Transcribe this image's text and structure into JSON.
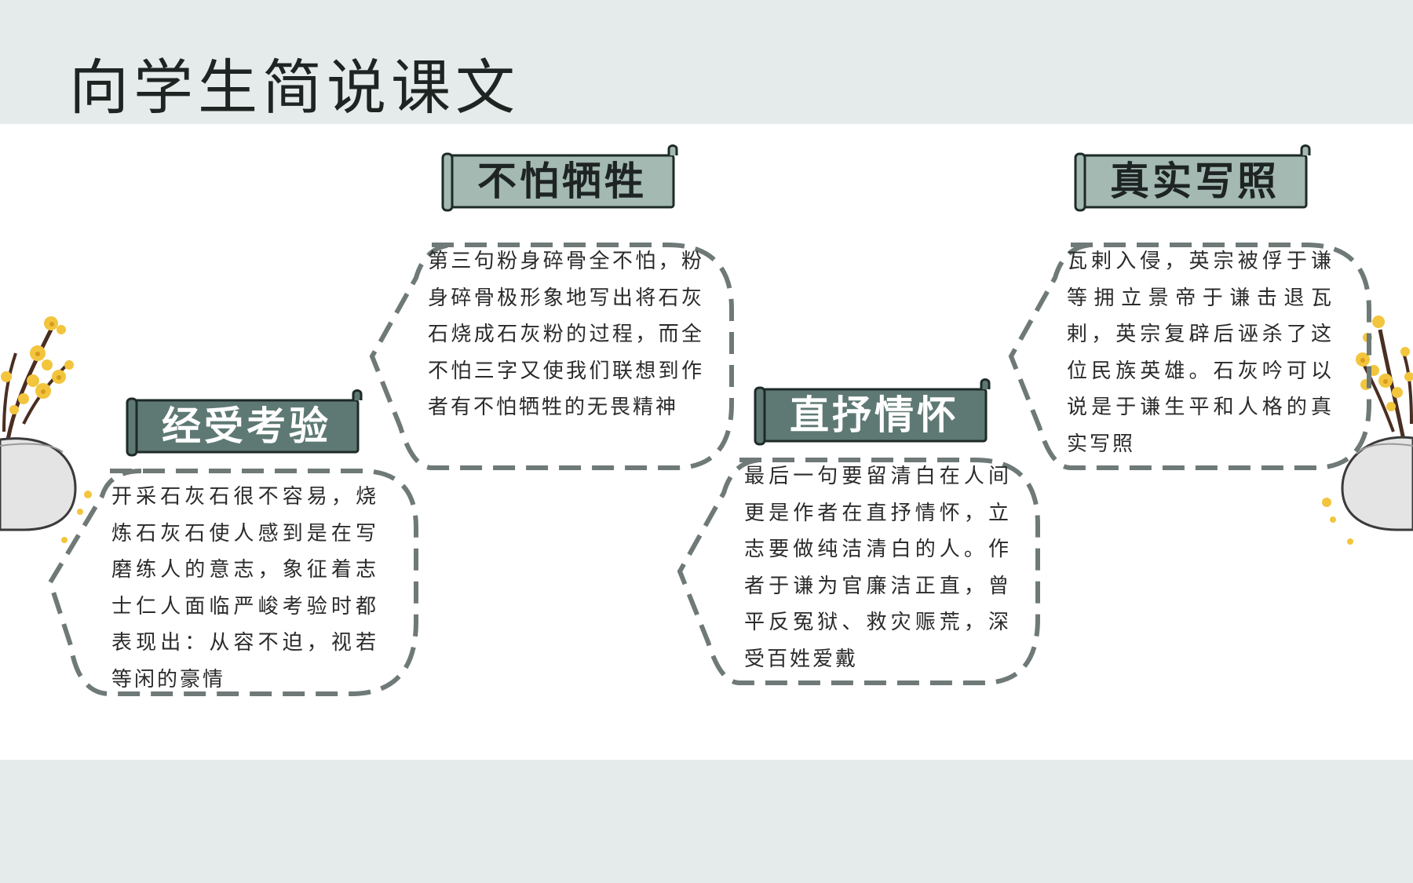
{
  "slide": {
    "title": "向学生简说课文",
    "colors": {
      "band": "#e5ebea",
      "banner_light": "#a3b9b2",
      "banner_dark": "#5e7973",
      "outline": "#6e7978",
      "text": "#2b2b2b"
    }
  },
  "cards": [
    {
      "heading": "经受考验",
      "banner_style": "dark",
      "body": "开采石灰石很不容易，烧炼石灰石使人感到是在写磨练人的意志，象征着志士仁人面临严峻考验时都表现出：从容不迫，视若等闲的豪情"
    },
    {
      "heading": "不怕牺牲",
      "banner_style": "light",
      "body": "第三句粉身碎骨全不怕，粉身碎骨极形象地写出将石灰石烧成石灰粉的过程，而全不怕三字又使我们联想到作者有不怕牺牲的无畏精神"
    },
    {
      "heading": "直抒情怀",
      "banner_style": "dark",
      "body": "最后一句要留清白在人间更是作者在直抒情怀，立志要做纯洁清白的人。作者于谦为官廉洁正直，曾平反冤狱、救灾赈荒，深受百姓爱戴"
    },
    {
      "heading": "真实写照",
      "banner_style": "light",
      "body": "瓦剌入侵，英宗被俘于谦等拥立景帝于谦击退瓦剌，英宗复辟后诬杀了这位民族英雄。石灰吟可以说是于谦生平和人格的真实写照"
    }
  ],
  "decorations": {
    "left": "plum-blossom-vase-icon",
    "right": "plum-blossom-vase-icon"
  }
}
